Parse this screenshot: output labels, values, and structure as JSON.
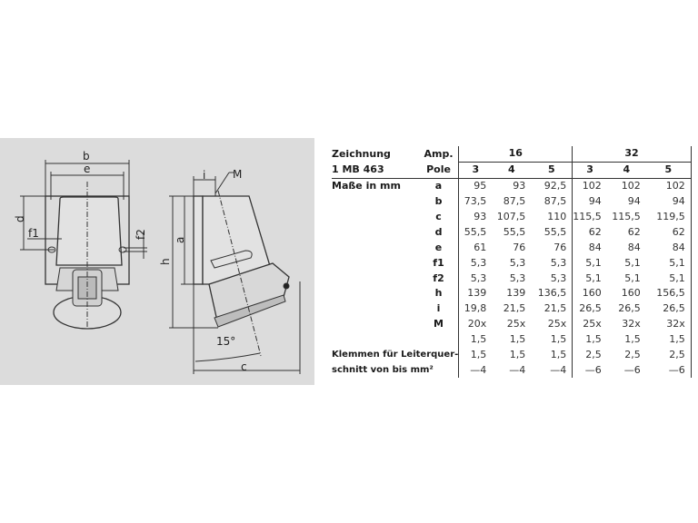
{
  "drawing": {
    "labels": {
      "b": "b",
      "e": "e",
      "d": "d",
      "f1": "f1",
      "f2": "f2",
      "i": "i",
      "M": "M",
      "a": "a",
      "h": "h",
      "c": "c",
      "angle": "15°"
    }
  },
  "table": {
    "header": {
      "zeichnung": "Zeichnung",
      "model": "1 MB 463",
      "amp_label": "Amp.",
      "pole_label": "Pole",
      "amp_groups": [
        "16",
        "32"
      ],
      "poles": [
        "3",
        "4",
        "5",
        "3",
        "4",
        "5"
      ]
    },
    "dims_label": "Maße in mm",
    "rows": [
      {
        "code": "a",
        "values": [
          "95",
          "93",
          "92,5",
          "102",
          "102",
          "102"
        ]
      },
      {
        "code": "b",
        "values": [
          "73,5",
          "87,5",
          "87,5",
          "94",
          "94",
          "94"
        ]
      },
      {
        "code": "c",
        "values": [
          "93",
          "107,5",
          "110",
          "115,5",
          "115,5",
          "119,5"
        ]
      },
      {
        "code": "d",
        "values": [
          "55,5",
          "55,5",
          "55,5",
          "62",
          "62",
          "62"
        ]
      },
      {
        "code": "e",
        "values": [
          "61",
          "76",
          "76",
          "84",
          "84",
          "84"
        ]
      },
      {
        "code": "f1",
        "values": [
          "5,3",
          "5,3",
          "5,3",
          "5,1",
          "5,1",
          "5,1"
        ]
      },
      {
        "code": "f2",
        "values": [
          "5,3",
          "5,3",
          "5,3",
          "5,1",
          "5,1",
          "5,1"
        ]
      },
      {
        "code": "h",
        "values": [
          "139",
          "139",
          "136,5",
          "160",
          "160",
          "156,5"
        ]
      },
      {
        "code": "i",
        "values": [
          "19,8",
          "21,5",
          "21,5",
          "26,5",
          "26,5",
          "26,5"
        ]
      },
      {
        "code": "M",
        "values": [
          "20x",
          "25x",
          "25x",
          "25x",
          "32x",
          "32x"
        ]
      },
      {
        "code": "",
        "values": [
          "1,5",
          "1,5",
          "1,5",
          "1,5",
          "1,5",
          "1,5"
        ]
      }
    ],
    "klemmen_label_1": "Klemmen für Leiterquer-",
    "klemmen_label_2": "schnitt von bis mm²",
    "klemmen_row1": [
      "1,5",
      "1,5",
      "1,5",
      "2,5",
      "2,5",
      "2,5"
    ],
    "klemmen_row2": [
      "—4",
      "—4",
      "—4",
      "—6",
      "—6",
      "—6"
    ]
  }
}
